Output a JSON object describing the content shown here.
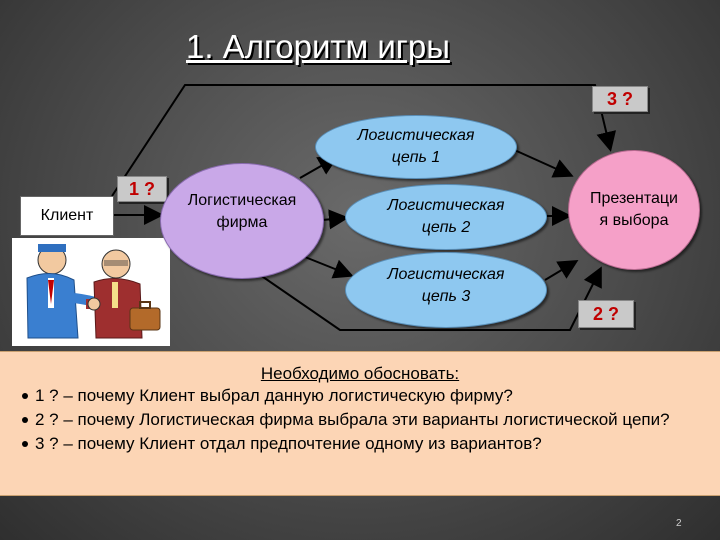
{
  "title": "1. Алгоритм игры",
  "labels": {
    "q1": "1 ?",
    "q2": "2 ?",
    "q3": "3 ?"
  },
  "nodes": {
    "client": "Клиент",
    "firm": [
      "Логистическая",
      "фирма"
    ],
    "chain1": [
      "Логистическая",
      "цепь 1"
    ],
    "chain2": [
      "Логистическая",
      "цепь 2"
    ],
    "chain3": [
      "Логистическая",
      "цепь 3"
    ],
    "presentation": [
      "Презентаци",
      "я выбора"
    ]
  },
  "note": {
    "title": "Необходимо обосновать:",
    "items": [
      "1 ? – почему Клиент выбрал данную логистическую фирму?",
      "2 ? – почему Логистическая фирма выбрала эти варианты логистической цепи?",
      "3 ? – почему Клиент отдал предпочтение одному из вариантов?"
    ]
  },
  "page_number": "2"
}
